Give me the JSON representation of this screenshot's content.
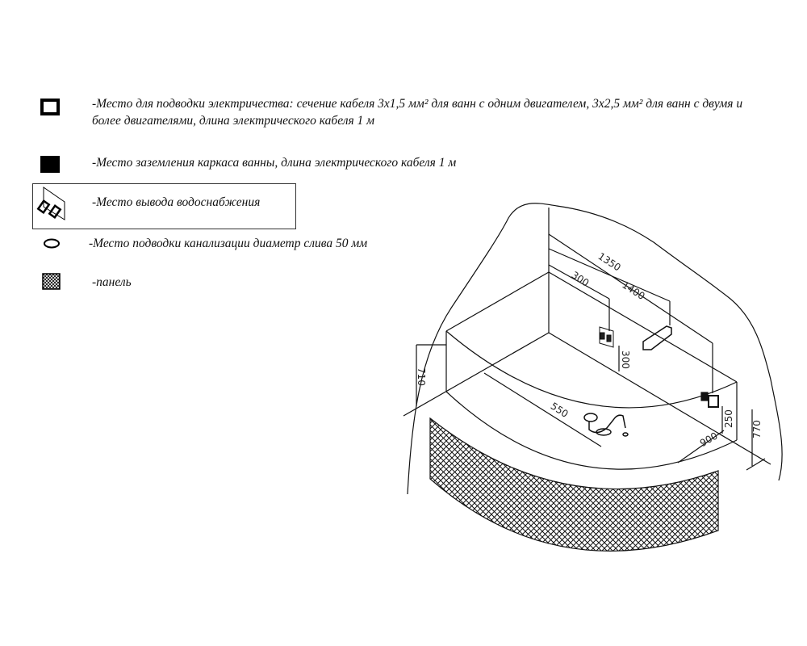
{
  "legend": [
    {
      "icon": "power-box-outline-icon",
      "line1": "-Место для подводки электричества: сечение кабеля 3х1,5 мм² для ванн с одним двигателем, 3х2,5 мм² для ванн с двумя и",
      "line2": "более двигателями, длина электрического кабеля 1 м"
    },
    {
      "icon": "ground-box-filled-icon",
      "line1": "-Место заземления каркаса ванны, длина электрического кабеля 1 м"
    },
    {
      "icon": "water-supply-icon",
      "line1": "-Место вывода водоснабжения"
    },
    {
      "icon": "drain-ellipse-icon",
      "line1": "-Место подводки канализации диаметр слива 50 мм"
    },
    {
      "icon": "panel-mesh-icon",
      "line1": "-панель"
    }
  ],
  "dimensions": {
    "d1350": "1350",
    "d1400": "1400",
    "d300_top": "300",
    "d300_vert": "300",
    "d710": "710",
    "d550": "550",
    "d900": "900",
    "d250": "250",
    "d770": "770"
  }
}
